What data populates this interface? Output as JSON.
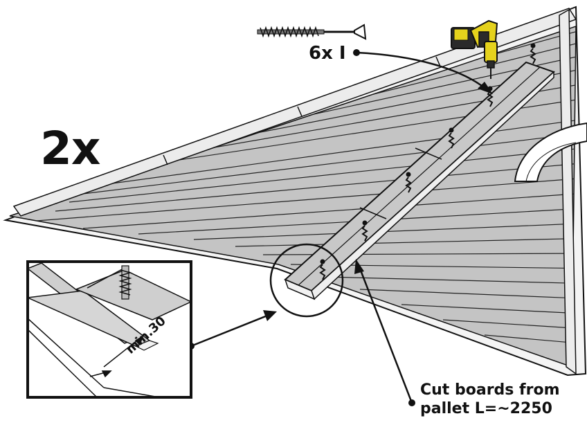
{
  "quantity_label": "2x",
  "screw_label": "6x I",
  "cut_note": {
    "line1": "Cut boards from",
    "line2": "pallet L=~2250"
  },
  "detail_dimension": "min.30",
  "colors": {
    "board": "#bdbdbd",
    "board_light": "#e8e8e8",
    "outline": "#111111",
    "drill_yellow": "#e5d21c",
    "drill_dark": "#2a2a2a"
  },
  "icons": [
    "drill-icon",
    "screw-icon",
    "rotate-arrow-icon"
  ]
}
